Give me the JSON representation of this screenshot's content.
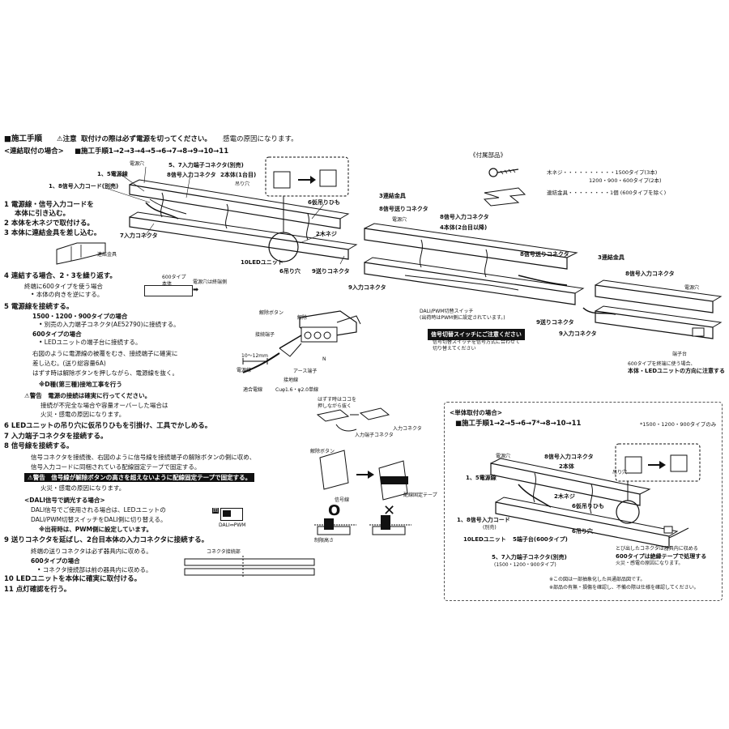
{
  "header": {
    "title": "■施工手順",
    "caution": "⚠注意",
    "caution_main": "取付けの際は必ず電源を切ってください。",
    "caution_sub": "感電の原因になります。"
  },
  "connected": {
    "heading": "<連結取付の場合>",
    "order": "■施工手順1→2→3→4→5→6→7→8→9→10→11"
  },
  "accessories": {
    "heading": "《付属部品》",
    "screw_label": "木ネジ・・・・・・・・・・1500タイプ(3本)",
    "screw_label2": "1200・900・600タイプ(2本)",
    "bracket_label": "連結金具・・・・・・・・1個 (600タイプを除く)"
  },
  "steps": {
    "s1": "1 電源線・信号入力コードを",
    "s1b": "本体に引き込む。",
    "s2": "2 本体を木ネジで取付ける。",
    "s3": "3 本体に連結金具を差し込む。",
    "s4": "4 連結する場合、2・3を繰り返す。",
    "s4b": "終端に600タイプを使う場合",
    "s4c": "• 本体の向きを逆にする。",
    "s5": "5 電源線を接続する。",
    "s5a": "1500・1200・900タイプの場合",
    "s5b": "• 別売の入力端子コネクタ(AE52790)に接続する。",
    "s5c": "600タイプの場合",
    "s5d": "• LEDユニットの端子台に接続する。",
    "s5e": "右図のように電源線の被覆をむき、接続端子に確実に",
    "s5f": "差し込む。(送り総容量6A)",
    "s5g": "はずす時は解除ボタンを押しながら、電源線を抜く。",
    "s5h": "※D種(第三種)接地工事を行う",
    "warn1": "⚠警告　電源の接続は確実に行ってください。",
    "warn1b": "接続が不完全な場合や容量オーバーした場合は",
    "warn1c": "火災・感電の原因になります。",
    "s6": "6 LEDユニットの吊り穴に仮吊りひもを引掛け、工具でかしめる。",
    "s7": "7 入力端子コネクタを接続する。",
    "s8": "8 信号線を接続する。",
    "s8a": "信号コネクタを接続後、右図のように信号線を接続端子の解除ボタンの側に収め、",
    "s8b": "信号入力コードに同梱されている配線固定テープで固定する。",
    "warn2": "⚠警告　信号線が解除ボタンの高さを超えないように配線固定テープで固定する。",
    "warn2b": "火災・感電の原因になります。",
    "dali_h": "<DALI信号で調光する場合>",
    "dali_a": "DALI信号でご使用される場合は、LEDユニットの",
    "dali_b": "DALI/PWM切替スイッチをDALI側に切り替える。",
    "dali_c": "※出荷時は、PWM側に設定しています。",
    "s9": "9 送りコネクタを延ばし、2台目本体の入力コネクタに接続する。",
    "s9a": "終端の送りコネクタは必ず器具内に収める。",
    "s9b": "600タイプの場合",
    "s9c": "• コネクタ接続部は前の器具内に収める。",
    "s10": "10 LEDユニットを本体に確実に取付ける。",
    "s11": "11 点灯確認を行う。"
  },
  "diagram1": {
    "l1": "電源穴",
    "l2": "1、5電源線",
    "l3": "1、8信号入力コード(別売)",
    "l4": "5、7入力端子コネクタ(別売)",
    "l5": "8信号入力コネクタ",
    "l6": "2本体(1台目)",
    "l7": "吊り穴",
    "l8": "6仮吊りひも",
    "l9": "7入力コネクタ",
    "l10": "2木ネジ",
    "l11": "10LEDユニット",
    "l12": "6吊り穴",
    "l13": "9送りコネクタ",
    "l14": "連結金具",
    "l15": "600タイプ",
    "l16": "本体",
    "l17": "電源穴は終端側"
  },
  "diagram2": {
    "l1": "3連結金具",
    "l2": "8信号送りコネクタ",
    "l3": "電源穴",
    "l4": "8信号入力コネクタ",
    "l5": "4本体(2台目以降)",
    "l6": "8信号送りコネクタ",
    "l7": "3連結金具",
    "l8": "9入力コネクタ",
    "l9": "DALI/PWM切替スイッチ",
    "l10": "(出荷時はPWM側に設定されています。)",
    "l11": "9送りコネクタ",
    "l12": "9入力コネクタ",
    "l13": "8信号入力コネクタ",
    "l14": "電源穴",
    "l15": "端子台",
    "l16": "600タイプを終端に使う場合、",
    "l17": "本体・LEDユニットの方向に注意する",
    "sig_title": "信号切替スイッチにご注意ください",
    "sig_body": "信号切替スイッチを信号方式に合わせて",
    "sig_body2": "切り替えてください"
  },
  "terminal": {
    "l1": "解除ボタン",
    "l2": "解除",
    "l3": "接続端子",
    "l4": "10～12mm",
    "l5": "N",
    "l6": "電源線",
    "l7": "アース端子",
    "l8": "接地線",
    "l9": "適合電線",
    "l10": "Cuφ1.6・φ2.0単線"
  },
  "signal": {
    "l1": "はずす時はココを",
    "l2": "押しながら抜く",
    "l3": "入力コネクタ",
    "l4": "入力端子コネクタ",
    "l5": "解除ボタン",
    "l6": "信号線",
    "l7": "配線固定テープ",
    "l8": "制限高さ",
    "ok": "O",
    "ng": "✕",
    "sw_label": "DALI⇔PWM",
    "sw_left": "回",
    "connector_part": "コネクタ接続部"
  },
  "single": {
    "heading": "<単体取付の場合>",
    "order": "■施工手順1→2→5→6→7*→8→10→11",
    "note": "*1500・1200・900タイプのみ",
    "l1": "電源穴",
    "l2": "8信号入力コネクタ",
    "l3": "2本体",
    "l4": "吊り穴",
    "l5": "1、5電源線",
    "l6": "2木ネジ",
    "l7": "6仮吊りひも",
    "l8": "1、8信号入力コード",
    "l8b": "(別売)",
    "l9": "10LEDユニット",
    "l10": "5端子台(600タイプ)",
    "l11": "6吊り穴",
    "l12": "5、7入力端子コネクタ(別売)",
    "l12b": "(1500・1200・900タイプ)",
    "l13": "とび出したコネクタは器具内に収める",
    "l14": "600タイプは絶縁テープで処理する",
    "l15": "火災・感電の原因になります。",
    "foot1": "※この図は一部抽象化した共通部品図です。",
    "foot2": "※部品の有無・損傷を確認し、不備の際は仕様を確認してください。"
  },
  "colors": {
    "ink": "#111111",
    "bar": "#111111"
  }
}
